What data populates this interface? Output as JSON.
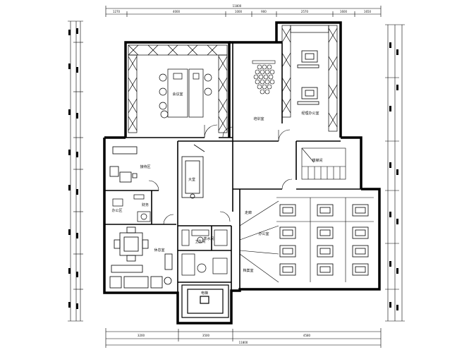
{
  "drawing": {
    "dimensions": {
      "top_overall": "11800",
      "top_segments": [
        "1270",
        "4000",
        "1000",
        "900",
        "2570",
        "1600",
        "1650"
      ],
      "bottom_segments": [
        "3200",
        "3500",
        "4580"
      ],
      "bottom_overall": "11800"
    },
    "rooms": [
      {
        "id": "meeting-room",
        "label": "会议室"
      },
      {
        "id": "training-room",
        "label": "培训室"
      },
      {
        "id": "manager-office",
        "label": "经理办公室"
      },
      {
        "id": "reception",
        "label": "接待区"
      },
      {
        "id": "lobby",
        "label": "大堂"
      },
      {
        "id": "stair-hall",
        "label": "楼梯间"
      },
      {
        "id": "office-a",
        "label": "办公区"
      },
      {
        "id": "finance",
        "label": "财务"
      },
      {
        "id": "toilet",
        "label": "卫生间"
      },
      {
        "id": "lounge",
        "label": "休息室"
      },
      {
        "id": "pantry",
        "label": "茶水间"
      },
      {
        "id": "elevator",
        "label": "电梯"
      },
      {
        "id": "corridor",
        "label": "走廊"
      },
      {
        "id": "open-office",
        "label": "办公室"
      },
      {
        "id": "archive",
        "label": "档案室"
      }
    ]
  }
}
